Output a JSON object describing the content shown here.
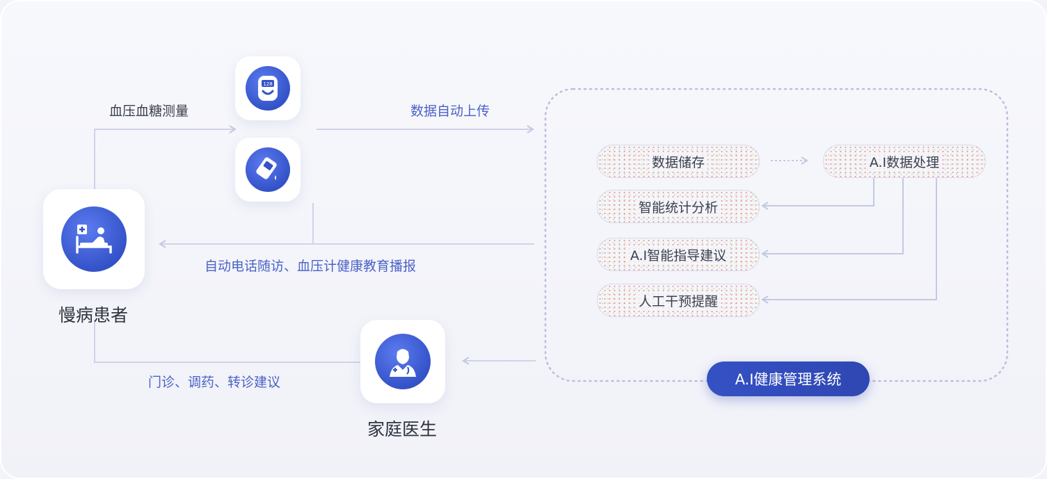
{
  "nodes": {
    "patient": "慢病患者",
    "doctor": "家庭医生"
  },
  "devices": {
    "bp_meter_icon": "blood-pressure-monitor-icon",
    "bp_meter_reading": "128",
    "glucose_meter_icon": "glucose-meter-icon"
  },
  "edges": {
    "measure": "血压血糖测量",
    "upload": "数据自动上传",
    "followup": "自动电话随访、血压计健康教育播报",
    "advice": "门诊、调药、转诊建议"
  },
  "system": {
    "title": "A.I健康管理系统",
    "storage": "数据储存",
    "ai_processing": "A.I数据处理",
    "statistics": "智能统计分析",
    "ai_guidance": "A.I智能指导建议",
    "manual_reminder": "人工干预提醒"
  },
  "colors": {
    "accent": "#3451c4",
    "label_blue": "#4a62c6",
    "connector": "#c6cbe4",
    "dotted_border": "#b9bfdb"
  }
}
